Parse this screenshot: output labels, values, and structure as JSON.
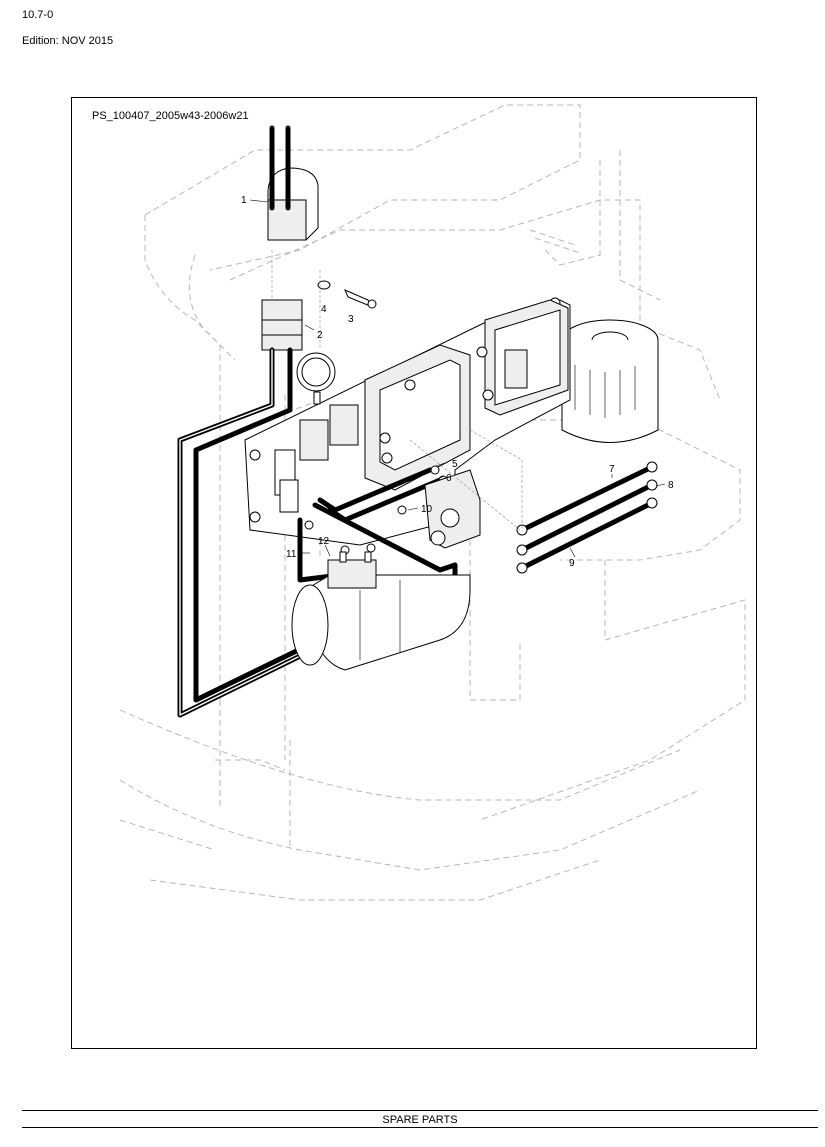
{
  "header": {
    "section": "10.7-0",
    "edition": "Edition: NOV 2015"
  },
  "diagram": {
    "title": "PS_100407_2005w43-2006w21",
    "callouts": [
      "1",
      "2",
      "3",
      "4",
      "5",
      "6",
      "7",
      "8",
      "9",
      "10",
      "11",
      "12"
    ]
  },
  "footer": {
    "label": "SPARE PARTS"
  }
}
